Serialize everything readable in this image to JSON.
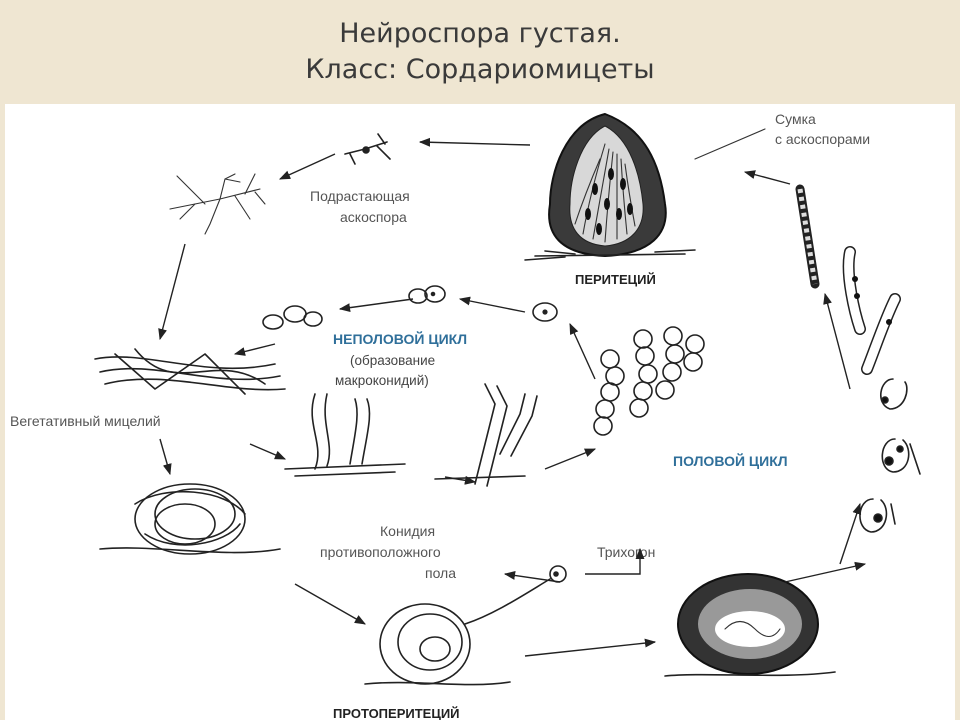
{
  "header": {
    "title_line1": "Нейроспора густая.",
    "title_line2": "Класс: Сордариомицеты"
  },
  "labels": {
    "ascus": "Сумка\nс аскоспорами",
    "ascus_l1": "Сумка",
    "ascus_l2": "с аскоспорами",
    "growing_ascospore_l1": "Подрастающая",
    "growing_ascospore_l2": "аскоспора",
    "perithecium": "ПЕРИТЕЦИЙ",
    "asexual_cycle": "НЕПОЛОВОЙ ЦИКЛ",
    "asexual_sub_l1": "(образование",
    "asexual_sub_l2": "макроконидий)",
    "vegetative_mycelium": "Вегетативный мицелий",
    "sexual_cycle": "ПОЛОВОЙ ЦИКЛ",
    "conidium_l1": "Конидия",
    "conidium_l2": "противоположного",
    "conidium_l3": "пола",
    "trichogyne": "Трихогон",
    "protoperithecium": "ПРОТОПЕРИТЕЦИЙ"
  },
  "colors": {
    "background": "#efe6d2",
    "figure": "#ffffff",
    "accent_blue": "#2f6f9a",
    "ink": "#222222"
  }
}
